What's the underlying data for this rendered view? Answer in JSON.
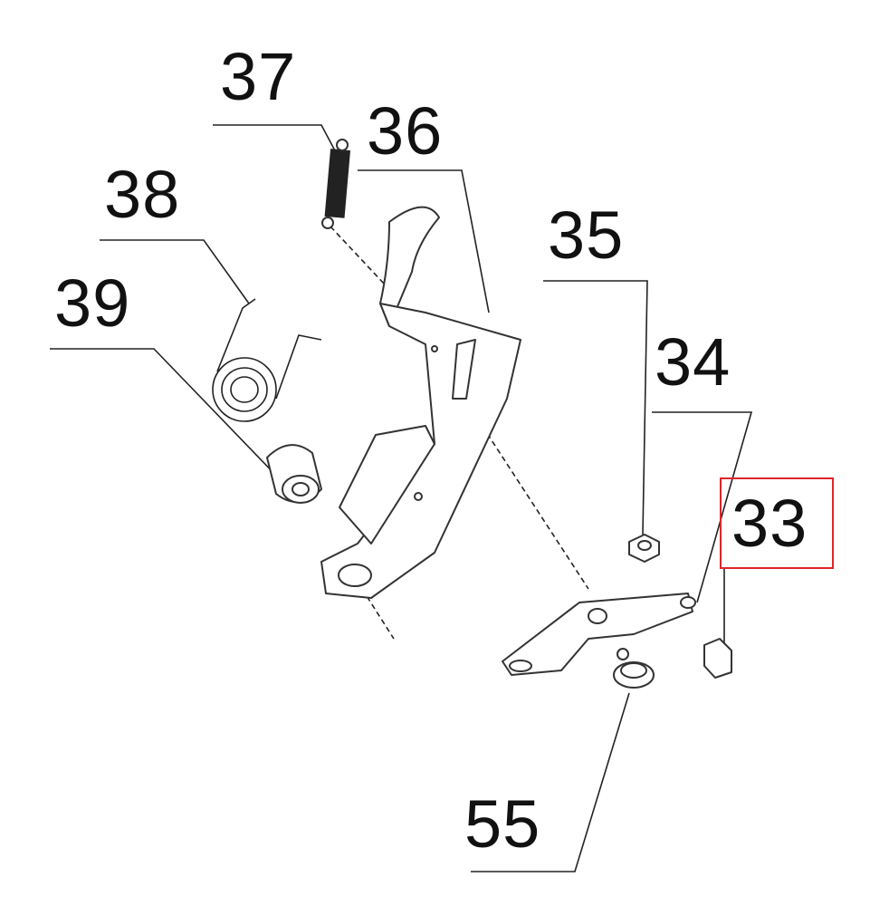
{
  "diagram": {
    "type": "exploded parts diagram",
    "callouts": [
      {
        "id": "p37",
        "label": "37"
      },
      {
        "id": "p36",
        "label": "36"
      },
      {
        "id": "p38",
        "label": "38"
      },
      {
        "id": "p35",
        "label": "35"
      },
      {
        "id": "p39",
        "label": "39"
      },
      {
        "id": "p34",
        "label": "34"
      },
      {
        "id": "p33",
        "label": "33",
        "highlighted": true
      },
      {
        "id": "p55",
        "label": "55"
      }
    ],
    "highlight_color": "#e0262b"
  }
}
